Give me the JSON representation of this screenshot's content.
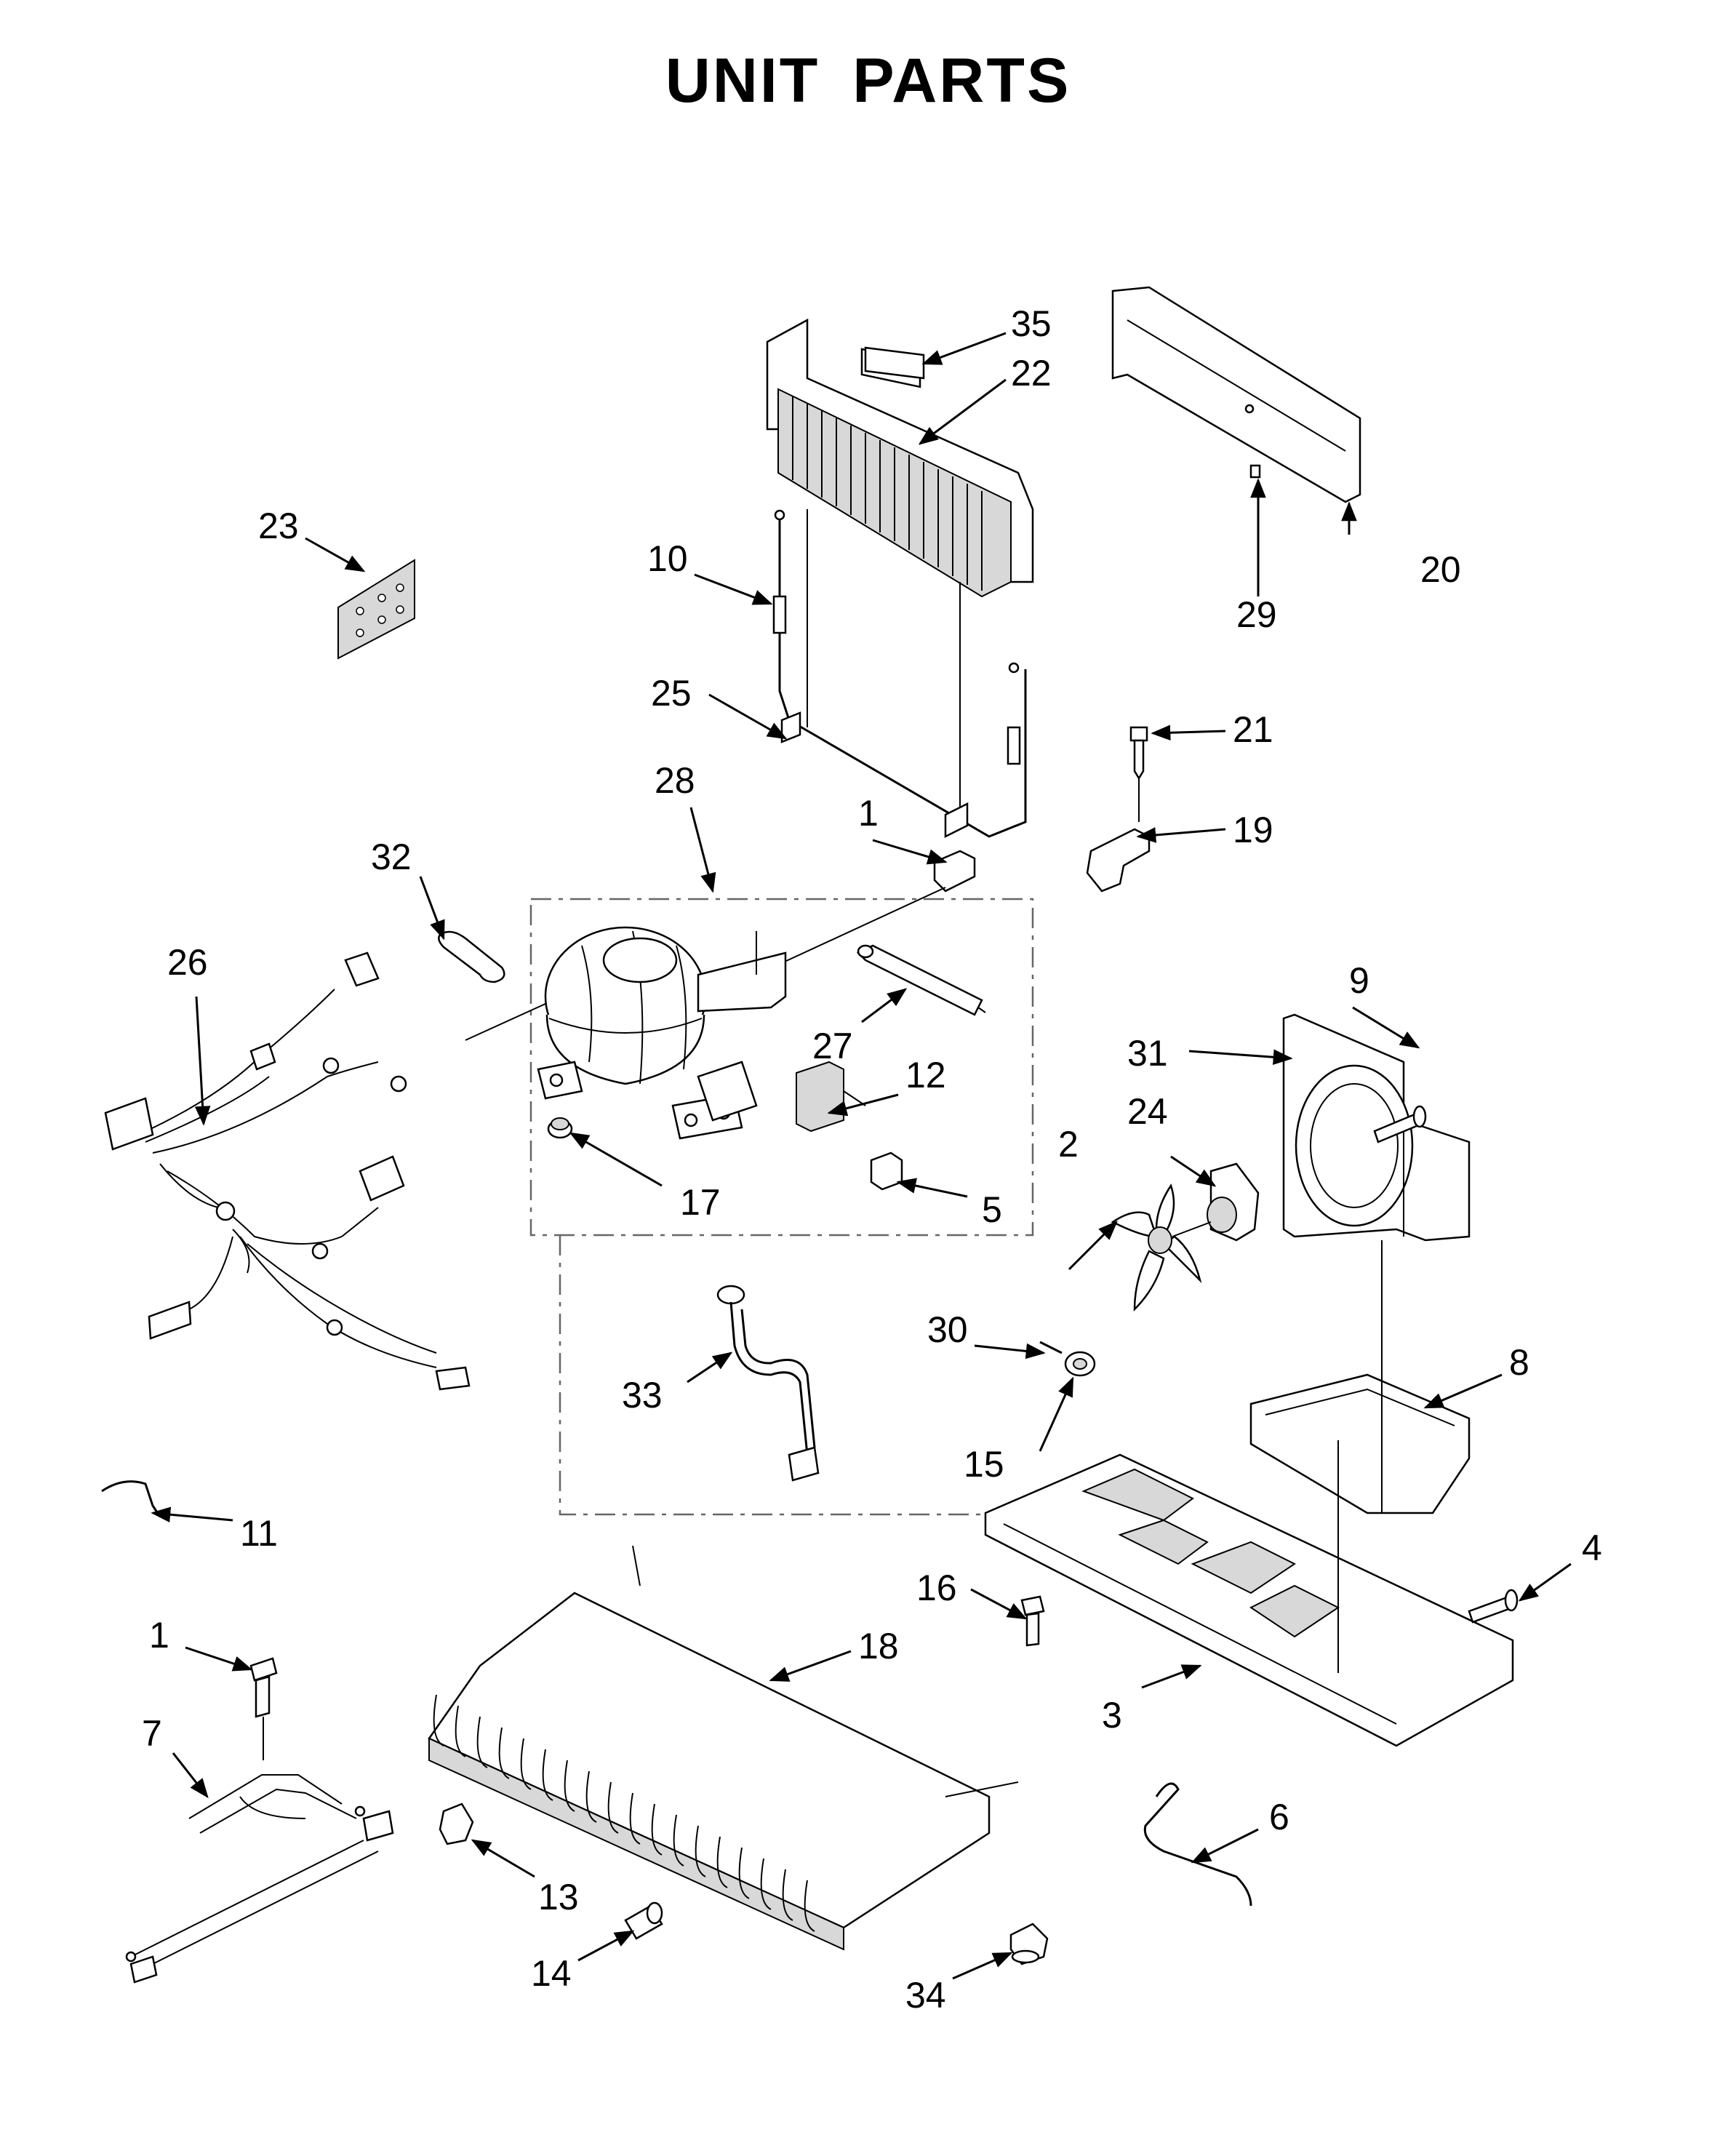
{
  "title": "UNIT  PARTS",
  "callouts": {
    "c1a": "1",
    "c1b": "1",
    "c2": "2",
    "c3": "3",
    "c4": "4",
    "c5": "5",
    "c6": "6",
    "c7": "7",
    "c8": "8",
    "c9": "9",
    "c10": "10",
    "c11": "11",
    "c12": "12",
    "c13": "13",
    "c14": "14",
    "c15": "15",
    "c16": "16",
    "c17": "17",
    "c18": "18",
    "c19": "19",
    "c20": "20",
    "c21": "21",
    "c22": "22",
    "c23": "23",
    "c24": "24",
    "c25": "25",
    "c26": "26",
    "c27": "27",
    "c28": "28",
    "c29": "29",
    "c30": "30",
    "c31": "31",
    "c32": "32",
    "c33": "33",
    "c34": "34",
    "c35": "35"
  }
}
